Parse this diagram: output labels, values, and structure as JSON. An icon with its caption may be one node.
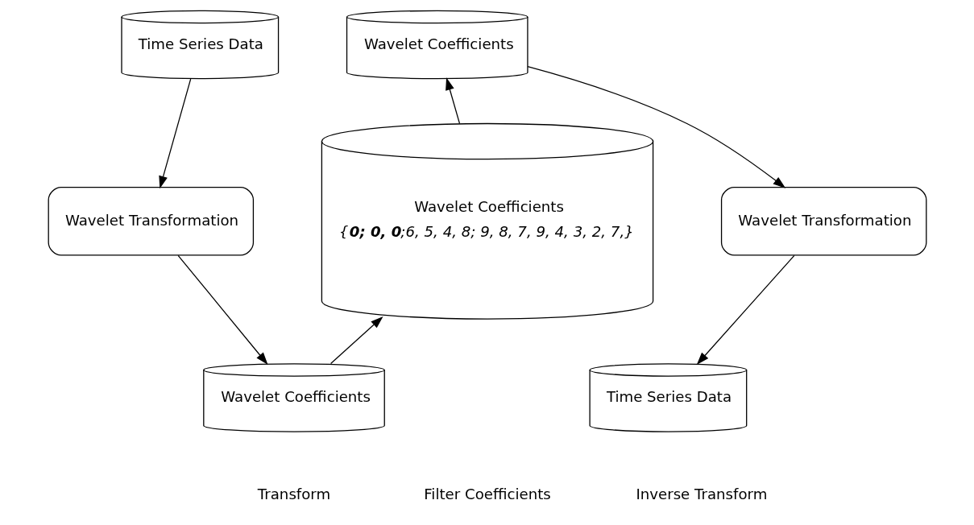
{
  "diagram": {
    "nodes": [
      {
        "text": [
          "Time Series Data"
        ]
      },
      {
        "text": [
          "Wavelet Transformation"
        ]
      },
      {
        "text": [
          "Wavelet Coefficients"
        ]
      },
      {
        "text": [
          "Wavelet Coefficients",
          "{**0; 0, 0**;6, 5, 4, 8; 9, 8, 7, 9, 4, 3, 2, 7,}"
        ]
      },
      {
        "text": [
          "Wavelet Coefficients"
        ]
      },
      {
        "text": [
          "Wavelet Transformation"
        ]
      },
      {
        "text": [
          "Time Series Data"
        ]
      }
    ],
    "edges": [
      {
        "from": 0,
        "to": 1,
        "arrow": "to"
      },
      {
        "from": 1,
        "to": 2,
        "arrow": "to"
      },
      {
        "from": 2,
        "to": 3,
        "arrow": "to"
      },
      {
        "from": 3,
        "to": 4,
        "arrow": "to"
      },
      {
        "from": 4,
        "to": 5,
        "arrow": "to"
      },
      {
        "from": 5,
        "to": 6,
        "arrow": "to"
      }
    ],
    "labels": [
      "Transform",
      "Filter Coefficients",
      "Inverse Transform"
    ]
  }
}
